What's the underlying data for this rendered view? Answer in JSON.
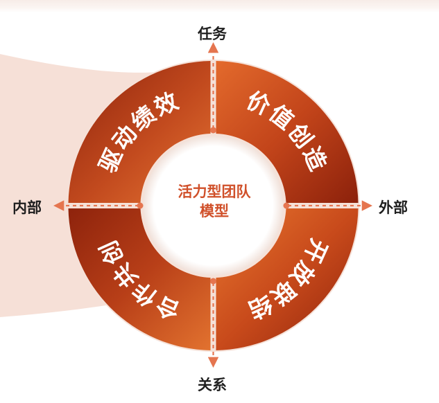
{
  "diagram": {
    "center_title_line1": "活力型团队",
    "center_title_line2": "模型",
    "axis": {
      "top": "任务",
      "bottom": "关系",
      "left": "内部",
      "right": "外部"
    },
    "quadrants": {
      "top_left": "驱动绩效",
      "top_right": "价值创造",
      "bottom_left": "合作共创",
      "bottom_right": "开放联结"
    },
    "colors": {
      "quadrant_dark": "#9c2b10",
      "quadrant_light": "#e06a30",
      "center_text": "#d0502a",
      "axis_line": "#e5754f",
      "ribbon": "#f3d5c9"
    }
  }
}
